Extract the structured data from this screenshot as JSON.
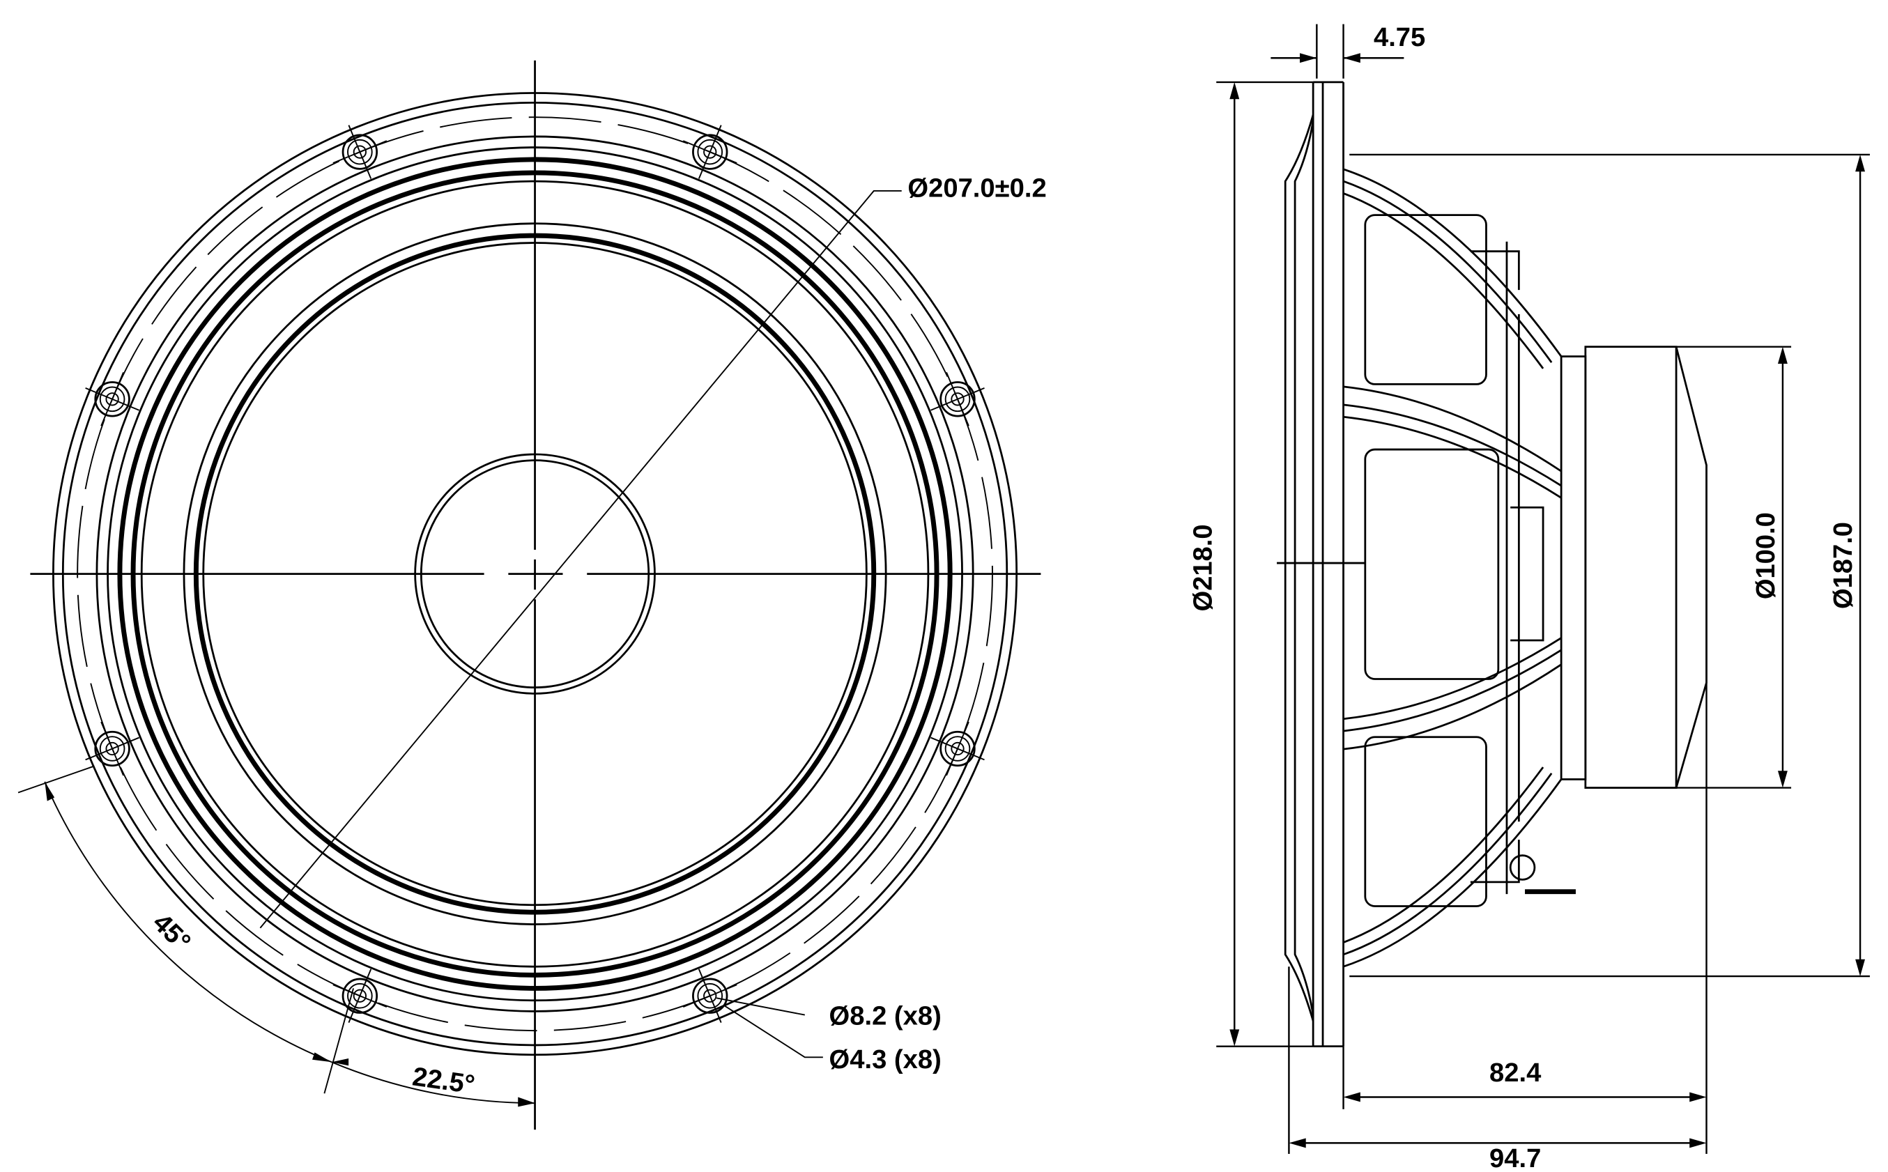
{
  "front_view": {
    "outer_diameter_label": "Ø207.0±0.2",
    "hole_outer_label": "Ø8.2 (x8)",
    "hole_inner_label": "Ø4.3 (x8)",
    "angle_between_holes_label": "45°",
    "hole_offset_angle_label": "22.5°",
    "hole_count": 8,
    "hole_offset_deg": 22.5,
    "hole_pitch_deg": 45
  },
  "side_view": {
    "flange_thickness_label": "4.75",
    "overall_diameter_label": "Ø218.0",
    "magnet_diameter_label": "Ø100.0",
    "basket_diameter_label": "Ø187.0",
    "basket_depth_label": "82.4",
    "total_depth_label": "94.7"
  },
  "colors": {
    "line": "#000000",
    "background": "#ffffff"
  }
}
